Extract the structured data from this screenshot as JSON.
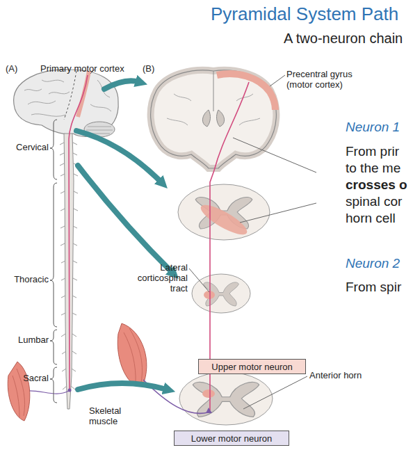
{
  "diagram": {
    "title": "Pyramidal System Path",
    "nodes": [
      {
        "text": [
          "Upper motor neuron"
        ]
      },
      {
        "text": [
          "Lower motor neuron"
        ]
      }
    ],
    "labels": [
      "A two-neuron chain",
      "(A)",
      "Primary motor cortex",
      "(B)",
      "Precentral gyrus (motor cortex)",
      "Neuron 1",
      "From prir",
      "to the me",
      "crosses o",
      "spinal cor",
      "horn cell",
      "Cervical",
      "Thoracic",
      "Neuron 2",
      "Lateral corticospinal tract",
      "From spir",
      "Lumbar",
      "Sacral",
      "Anterior horn",
      "Skeletal muscle"
    ]
  }
}
